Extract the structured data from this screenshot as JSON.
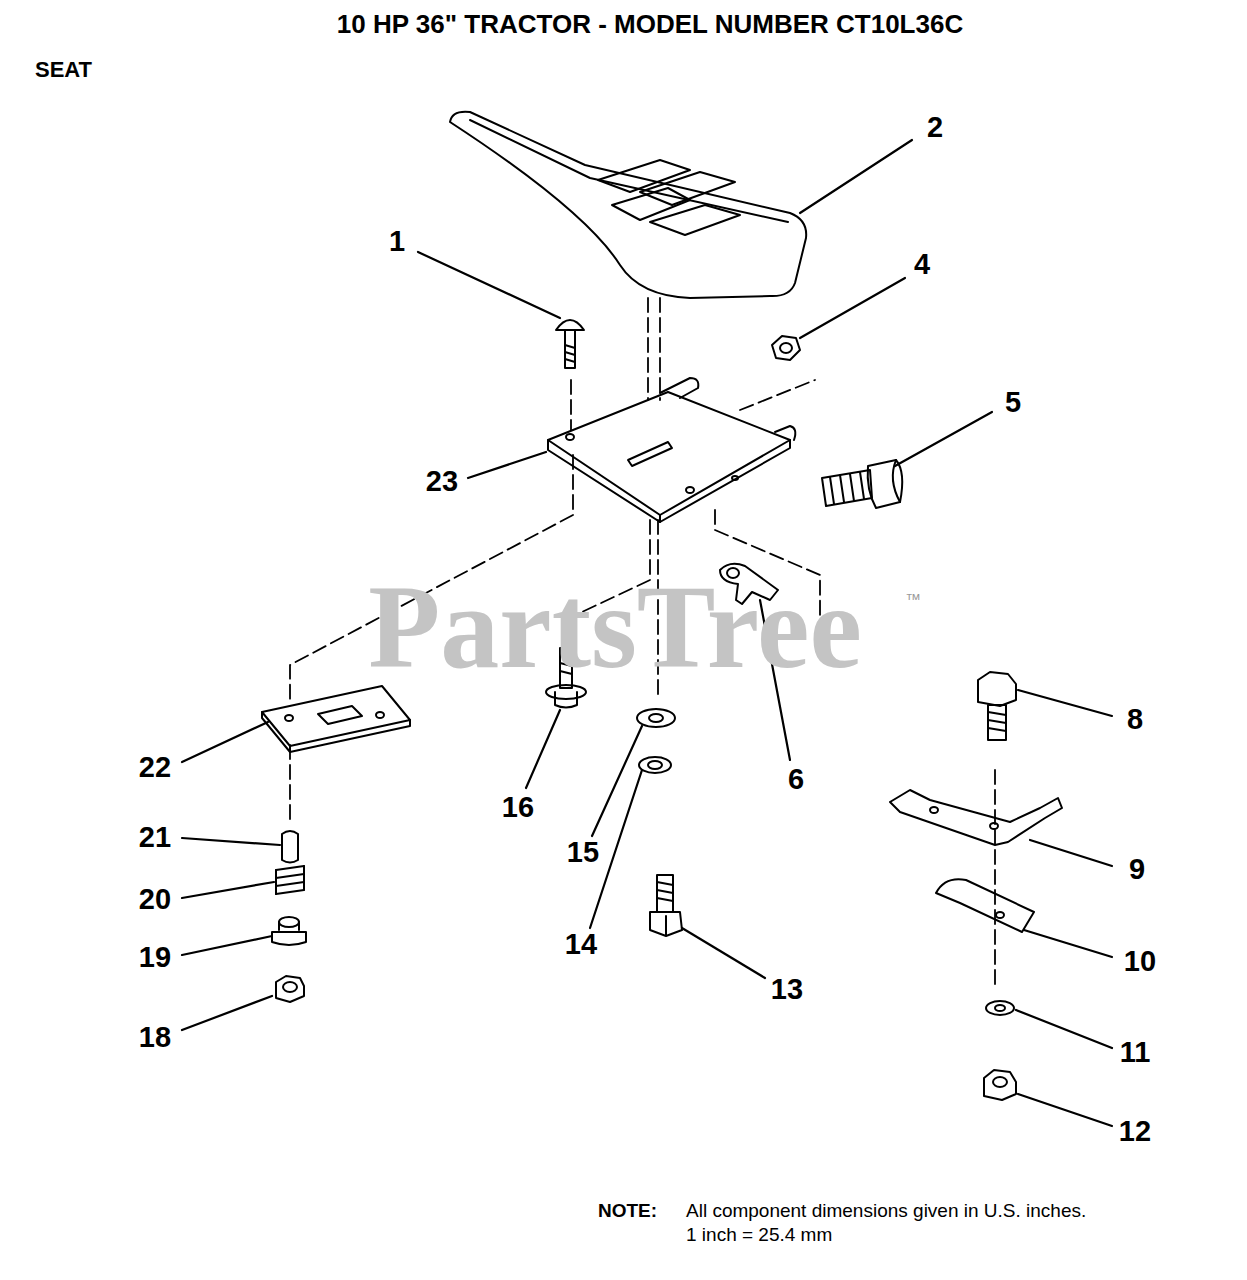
{
  "diagram": {
    "title": "10 HP 36\" TRACTOR - MODEL NUMBER CT10L36C",
    "labels": [
      "SEAT",
      "2",
      "1",
      "4",
      "5",
      "23",
      "PartsTree",
      "™",
      "8",
      "22",
      "6",
      "16",
      "21",
      "15",
      "9",
      "20",
      "14",
      "19",
      "10",
      "13",
      "18",
      "11",
      "12",
      "NOTE:",
      "All component dimensions given in U.S. inches.",
      "1 inch = 25.4 mm"
    ]
  }
}
